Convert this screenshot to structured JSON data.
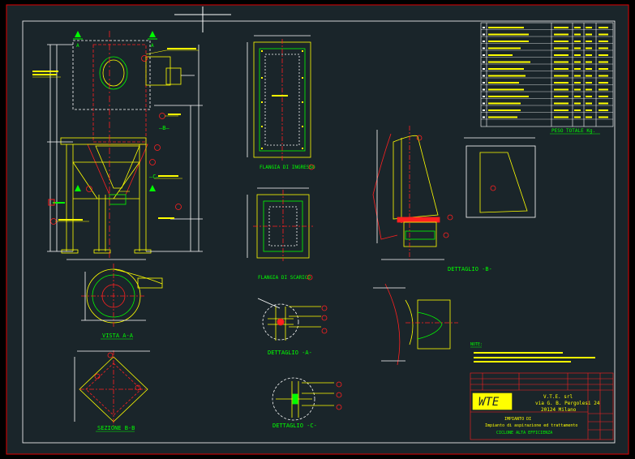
{
  "colors": {
    "background": "#000000",
    "sheet": "#1a252a",
    "border": "#e00000",
    "yellow": "#ffff00",
    "green": "#00ff00",
    "white": "#ffffff",
    "red": "#ff2020",
    "cyan": "#00ffff",
    "magenta": "#ff40ff",
    "logo_bg": "#ffff00"
  },
  "views": {
    "vista": "VISTA A-A",
    "sezione": "SEZIONE B-B",
    "flangia_ingresso": "FLANGIA DI INGRESSO",
    "flangia_scarico": "FLANGIA DI SCARICO",
    "dettaglio_a": "DETTAGLIO -A-",
    "dettaglio_b": "DETTAGLIO -B-",
    "dettaglio_c": "DETTAGLIO -C-"
  },
  "section_marks": {
    "b": "—B—",
    "c": "—C—",
    "a": "A"
  },
  "peso_totale": "PESO TOTALE Kg.",
  "note_title": "NOTE:",
  "title_block": {
    "company": "V.T.E. srl",
    "address": "via G. B. Pergolesi 24",
    "city": "20124  Milano",
    "logo": "WTE",
    "line1": "IMPIANTO DI",
    "line2": "Impianto di aspirazione ed trattamento",
    "line3": "CICLONE ALTA EFFICIENZA"
  }
}
